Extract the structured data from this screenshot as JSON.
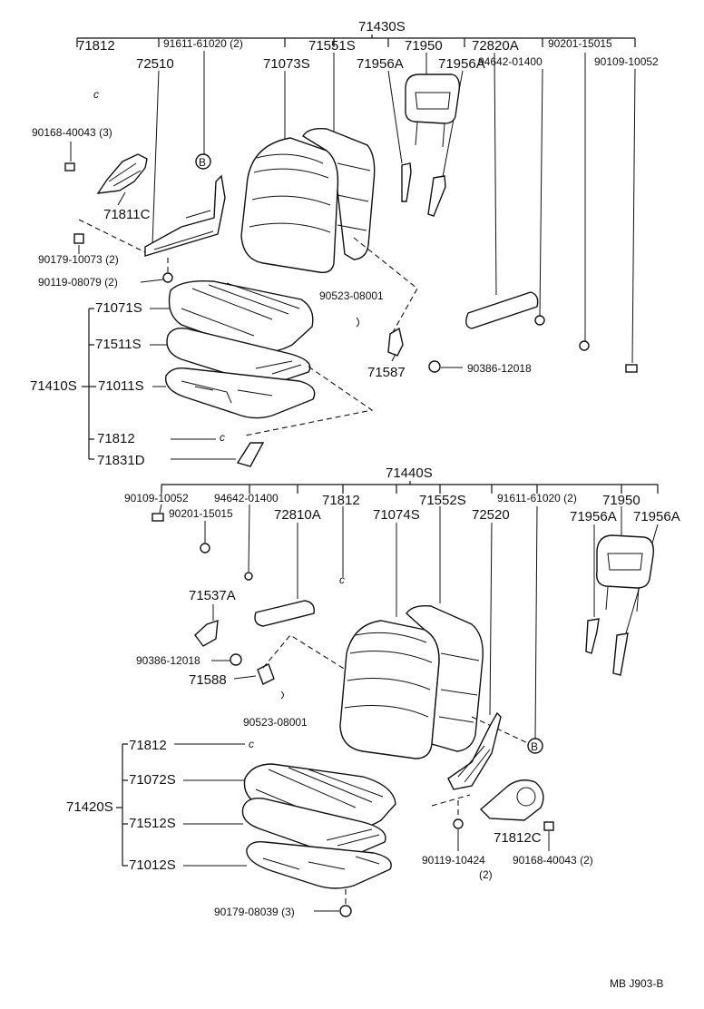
{
  "upper": {
    "assembly": "71430S",
    "labels": {
      "p71812_top": "71812",
      "p72510": "72510",
      "p91611": "91611-61020 (2)",
      "p71073": "71073S",
      "p71551": "71551S",
      "p71956a_1": "71956A",
      "p71950": "71950",
      "p71956a_2": "71956A",
      "p72820": "72820A",
      "p94642": "94642-01400",
      "p90201": "90201-15015",
      "p90109": "90109-10052",
      "p90168": "90168-40043 (3)",
      "p71811c": "71811C",
      "p90179": "90179-10073 (2)",
      "p90119": "90119-08079 (2)",
      "p90523": "90523-08001",
      "p71587": "71587",
      "p90386": "90386-12018",
      "p71071": "71071S",
      "p71511": "71511S",
      "p71410": "71410S",
      "p71011": "71011S",
      "p71812_bot": "71812",
      "p71831d": "71831D"
    }
  },
  "lower": {
    "assembly": "71440S",
    "labels": {
      "p90109": "90109-10052",
      "p94642": "94642-01400",
      "p71812_top": "71812",
      "p90201": "90201-15015",
      "p72810": "72810A",
      "p71074": "71074S",
      "p71552": "71552S",
      "p72520": "72520",
      "p91611": "91611-61020 (2)",
      "p71950": "71950",
      "p71956a_1": "71956A",
      "p71956a_2": "71956A",
      "p71537a": "71537A",
      "p90386": "90386-12018",
      "p71588": "71588",
      "p90523": "90523-08001",
      "p71812_mid": "71812",
      "p71072": "71072S",
      "p71420": "71420S",
      "p71512": "71512S",
      "p71012": "71012S",
      "p90179": "90179-08039 (3)",
      "p90119": "90119-10424",
      "p90119_qty": "(2)",
      "p71812c": "71812C",
      "p90168": "90168-40043 (2)"
    }
  },
  "markers": {
    "b": "B",
    "c": "c"
  },
  "footer": "MB  J903-B"
}
